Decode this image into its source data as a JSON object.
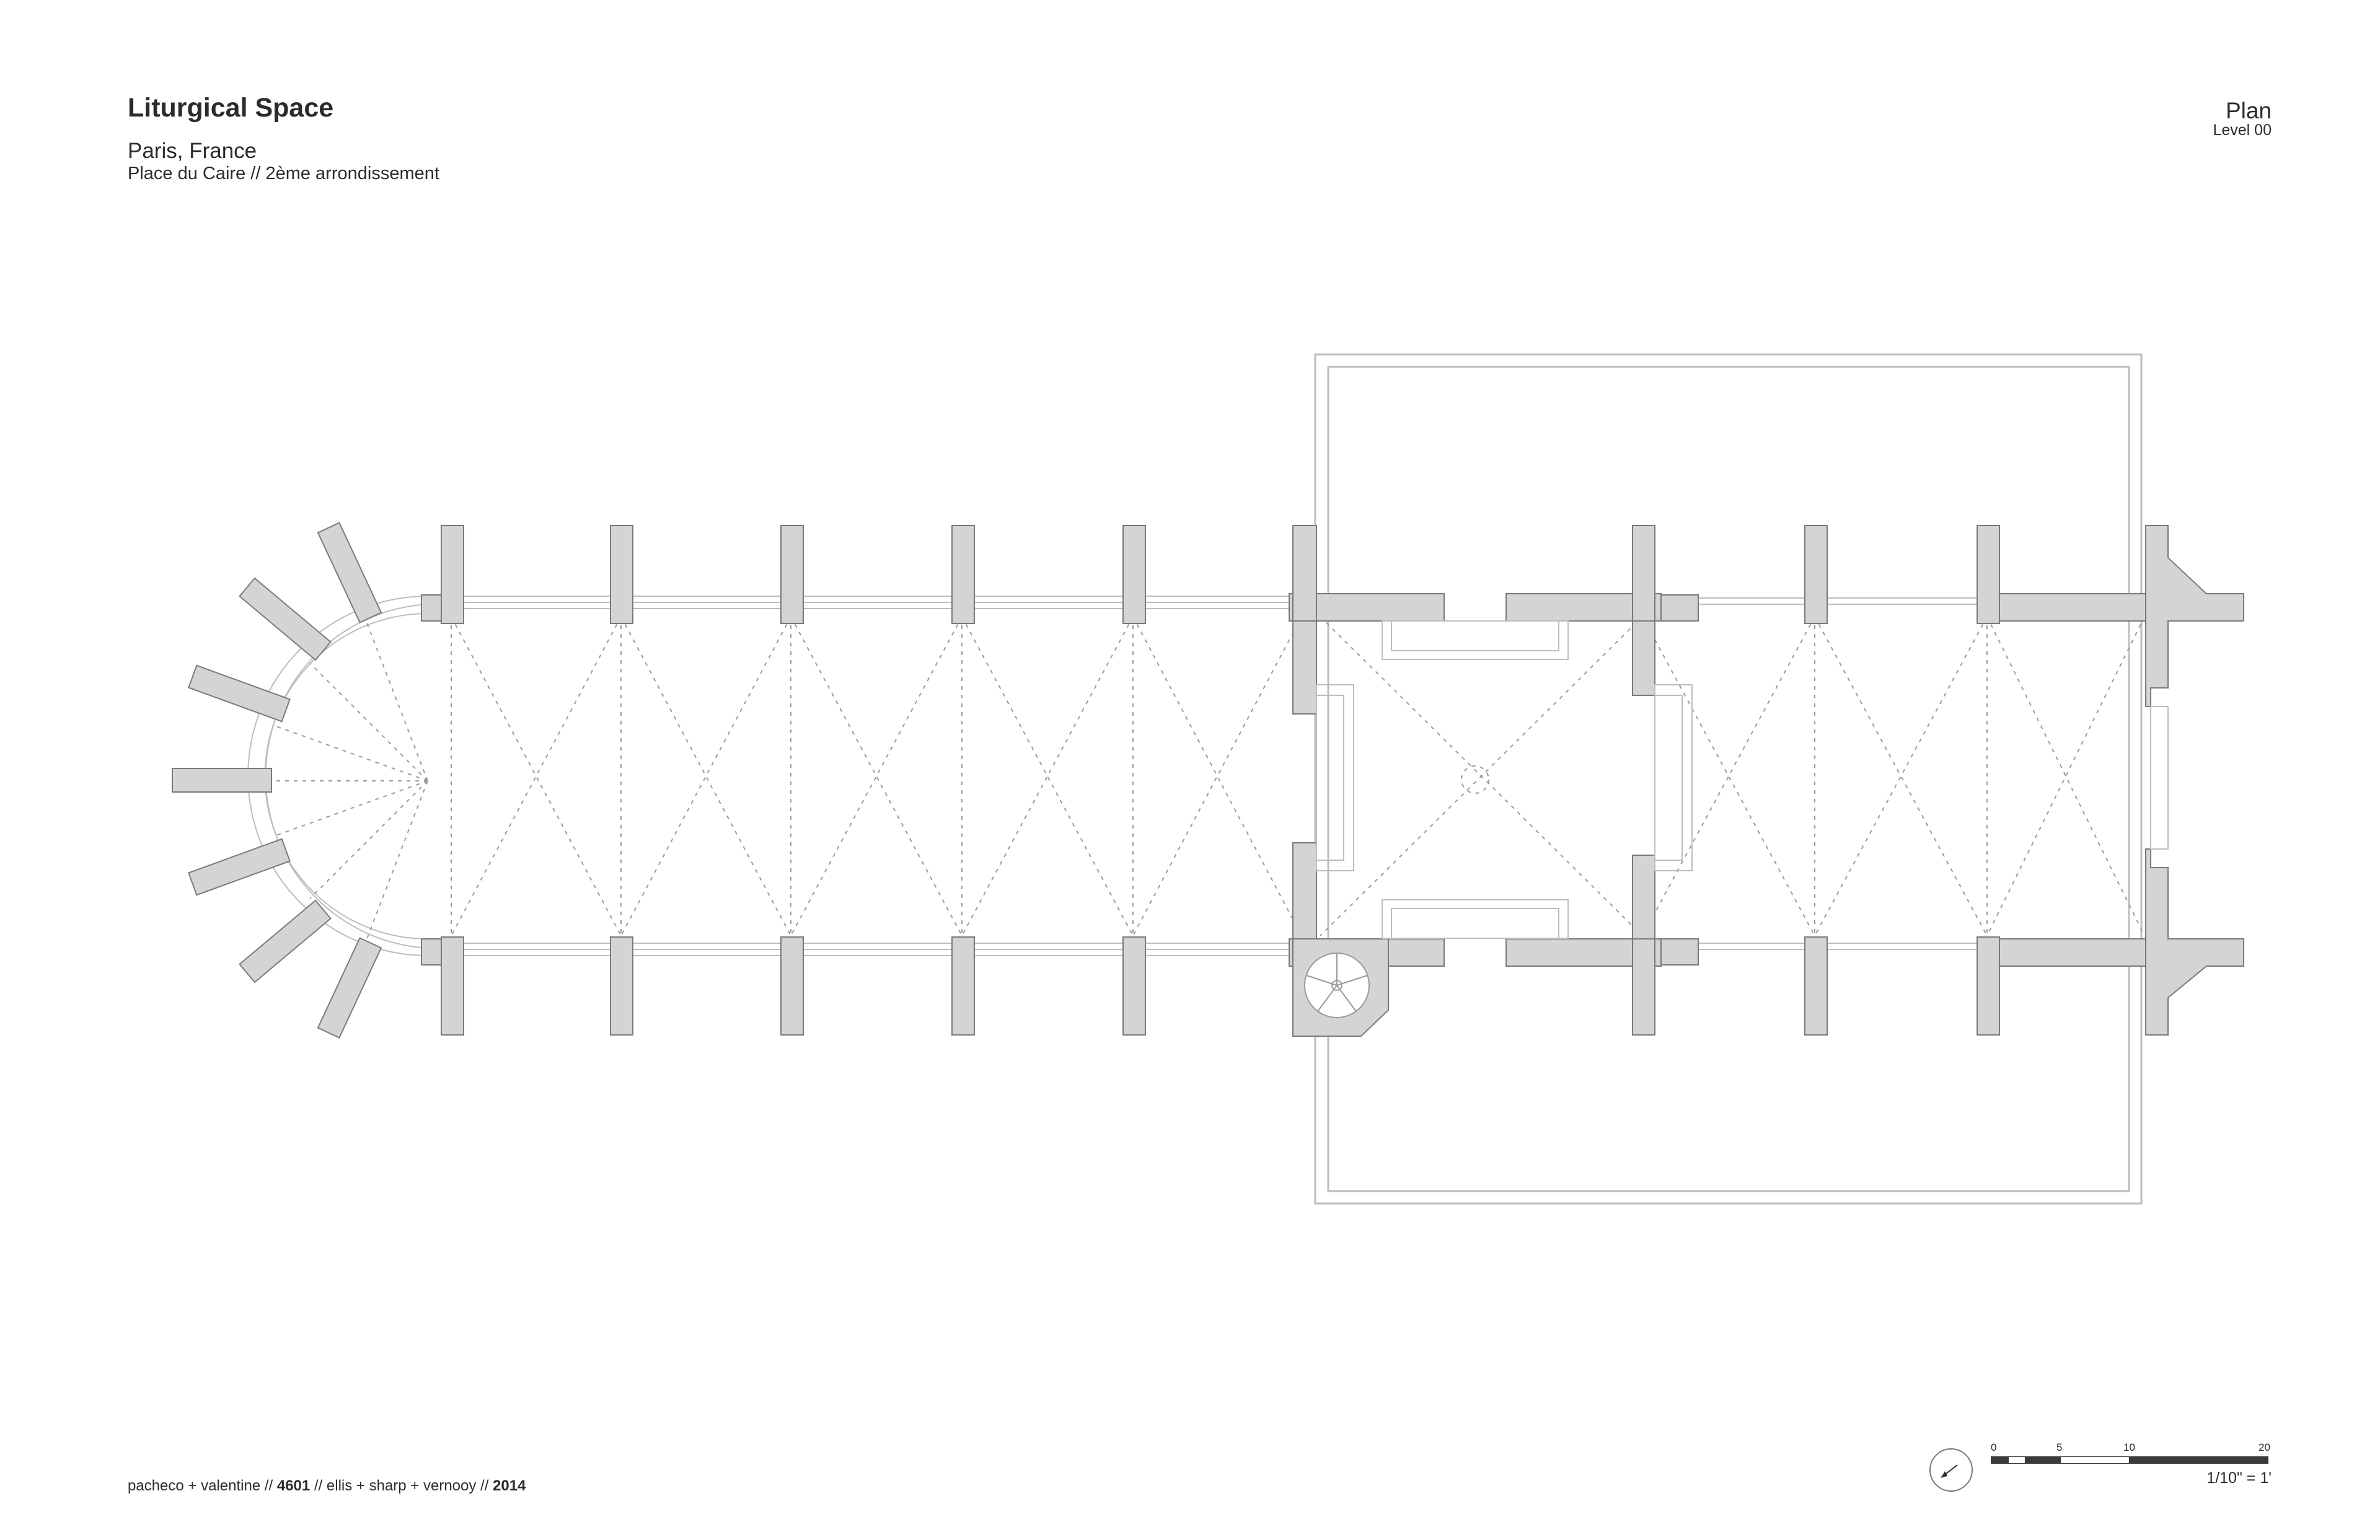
{
  "header": {
    "title": "Liturgical Space",
    "location": "Paris, France",
    "address": "Place du Caire // 2ème arrondissement",
    "sheet_type": "Plan",
    "sheet_level": "Level 00"
  },
  "footer": {
    "credits": [
      {
        "text": "pacheco + valentine // ",
        "bold": false
      },
      {
        "text": "4601",
        "bold": true
      },
      {
        "text": " // ellis + sharp + vernooy // ",
        "bold": false
      },
      {
        "text": "2014",
        "bold": true
      }
    ]
  },
  "scale": {
    "ticks": [
      "0",
      "5",
      "10",
      "20"
    ],
    "ratio": "1/10\" = 1'"
  },
  "icons": {
    "north": "north-arrow-icon"
  },
  "colors": {
    "wall_fill": "#d4d4d4",
    "wall_stroke": "#7a7a7a",
    "line": "#bdbdbd",
    "dashed": "#9a9a9a",
    "text": "#2b2b2b"
  }
}
